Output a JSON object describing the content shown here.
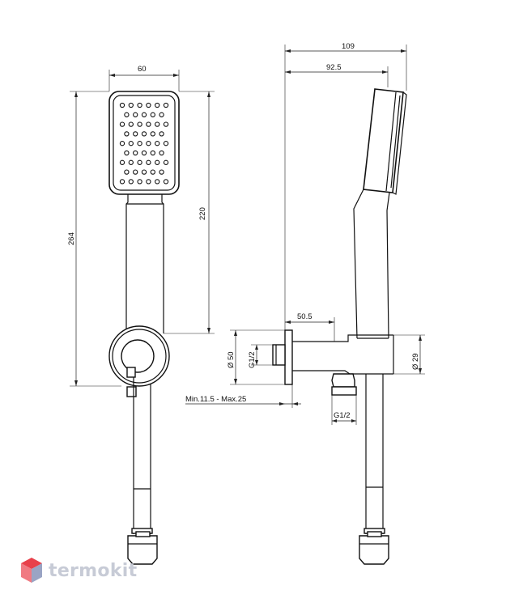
{
  "diagram": {
    "dimensions": {
      "head_width": "60",
      "total_length": "264",
      "handle_length": "220",
      "overall_depth": "109",
      "head_depth": "92.5",
      "outlet_offset": "50.5",
      "flange_diameter": "Ø 50",
      "thread_inlet": "G1/2",
      "body_diameter": "Ø 29",
      "wall_adjust": "Min.11.5 - Max.25",
      "thread_outlet": "G1/2"
    }
  },
  "watermark": {
    "brand": "termokit",
    "colors": {
      "top": "#e8414b",
      "left": "#f07a82",
      "right": "#9aa4c4"
    }
  }
}
